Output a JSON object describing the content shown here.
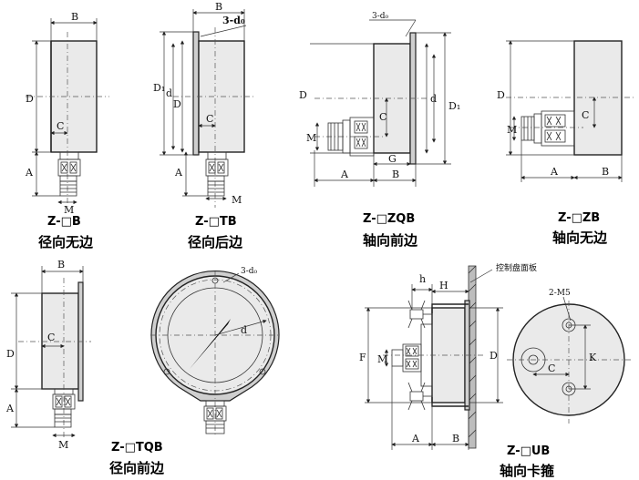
{
  "figures": [
    {
      "model": "Z-□B",
      "name": "径向无边"
    },
    {
      "model": "Z-□TB",
      "name": "径向后边"
    },
    {
      "model": "Z-□ZQB",
      "name": "轴向前边"
    },
    {
      "model": "Z-□ZB",
      "name": "轴向无边"
    },
    {
      "model": "Z-□TQB",
      "name": "径向前边"
    },
    {
      "model": "Z-□UB",
      "name": "轴向卡箍"
    }
  ],
  "labels": {
    "B": "B",
    "D": "D",
    "C": "C",
    "A": "A",
    "M": "M",
    "d": "d",
    "D1": "D₁",
    "holes": "3-d₀",
    "G": "G",
    "h": "h",
    "H": "H",
    "F": "F",
    "K": "K",
    "m5": "2-M5",
    "panel": "控制盘面板"
  }
}
